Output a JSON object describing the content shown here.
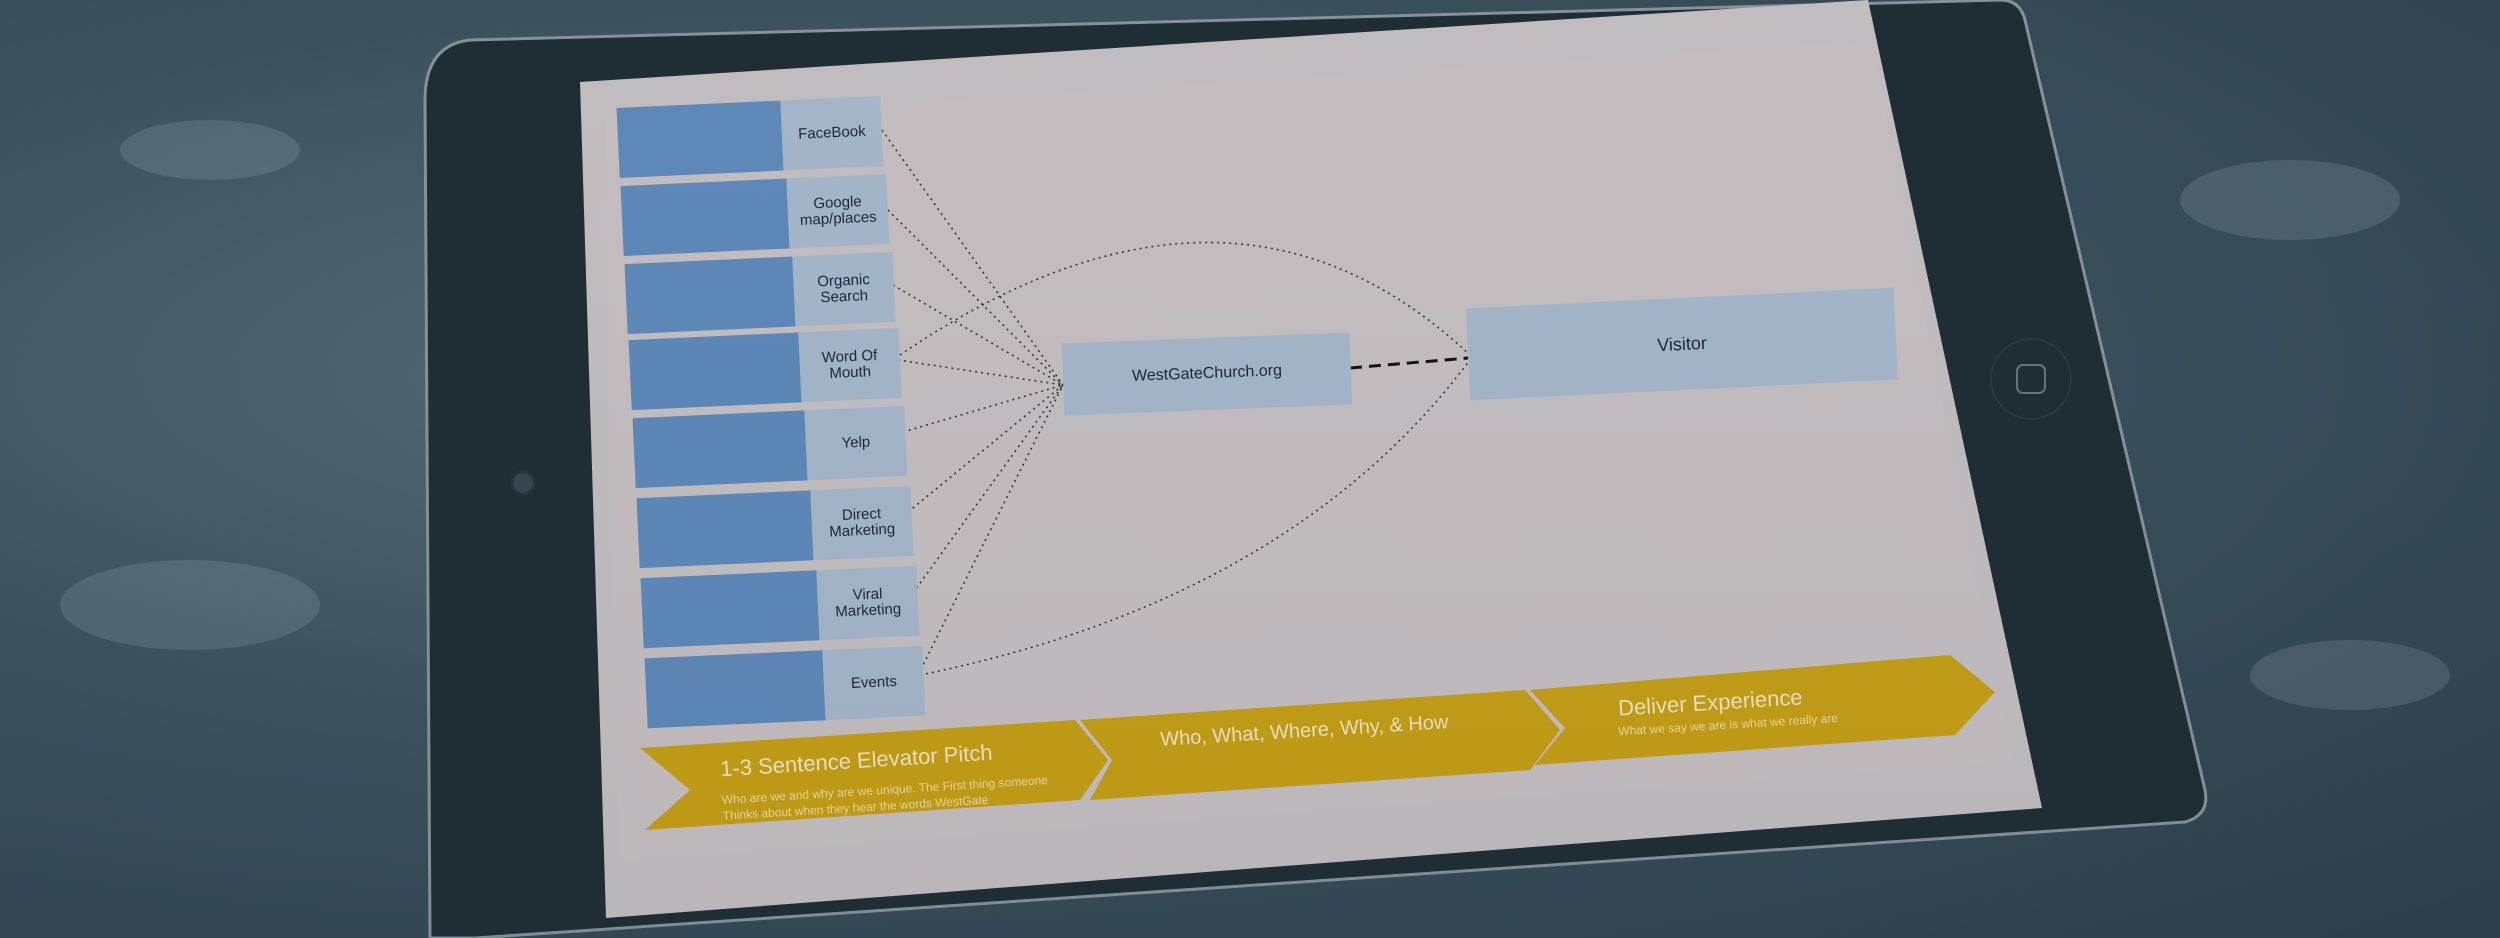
{
  "sources": [
    {
      "label": "FaceBook"
    },
    {
      "label": "Google map/places"
    },
    {
      "label": "Organic Search"
    },
    {
      "label": "Word Of Mouth"
    },
    {
      "label": "Yelp"
    },
    {
      "label": "Direct Marketing"
    },
    {
      "label": "Viral Marketing"
    },
    {
      "label": "Events"
    }
  ],
  "hub": {
    "label": "WestGateChurch.org"
  },
  "destination": {
    "label": "Visitor"
  },
  "steps": [
    {
      "title": "1-3 Sentence Elevator Pitch",
      "subtitle": "Who are we and why are we unique. The First thing someone Thinks about when they hear the words WestGate"
    },
    {
      "title": "Who, What, Where, Why, & How",
      "subtitle": ""
    },
    {
      "title": "Deliver Experience",
      "subtitle": "What we say we are is what we really are"
    }
  ],
  "colors": {
    "background": "#3f5461",
    "bezel": "#1f2d34",
    "screen": "#cfc9cb",
    "source_swatch": "#6390c4",
    "box": "#b0c1d6",
    "arrow": "#d2a712"
  },
  "icons": {
    "home": "home-button-icon",
    "camera": "camera-icon"
  }
}
